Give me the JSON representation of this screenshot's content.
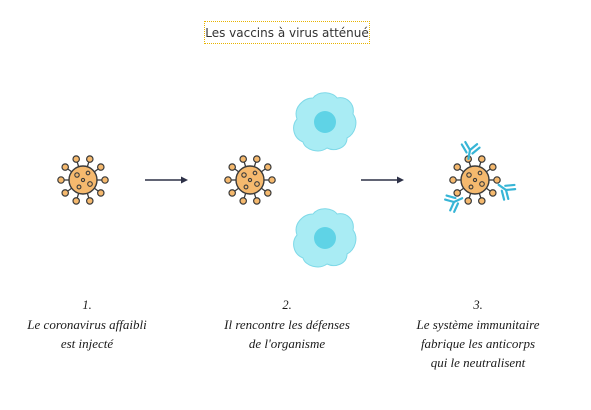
{
  "title": "Les vaccins à virus atténué",
  "colors": {
    "virus_fill": "#f5b96e",
    "virus_stroke": "#3a3a3a",
    "cell_body": "#a9ecf4",
    "cell_nucleus": "#5fd3e6",
    "antibody": "#37b5d6",
    "arrow": "#2d3147",
    "title_border": "#e8b400"
  },
  "icons": {
    "virus": "coronavirus-icon",
    "cell": "immune-cell-icon",
    "antibody": "antibody-icon",
    "arrow": "arrow-right-icon"
  },
  "steps": [
    {
      "number": "1.",
      "lines": [
        "Le coronavirus affaibli",
        "est injecté"
      ]
    },
    {
      "number": "2.",
      "lines": [
        "Il rencontre les défenses",
        "de l'organisme"
      ]
    },
    {
      "number": "3.",
      "lines": [
        "Le système immunitaire",
        "fabrique les anticorps",
        "qui le neutralisent"
      ]
    }
  ]
}
